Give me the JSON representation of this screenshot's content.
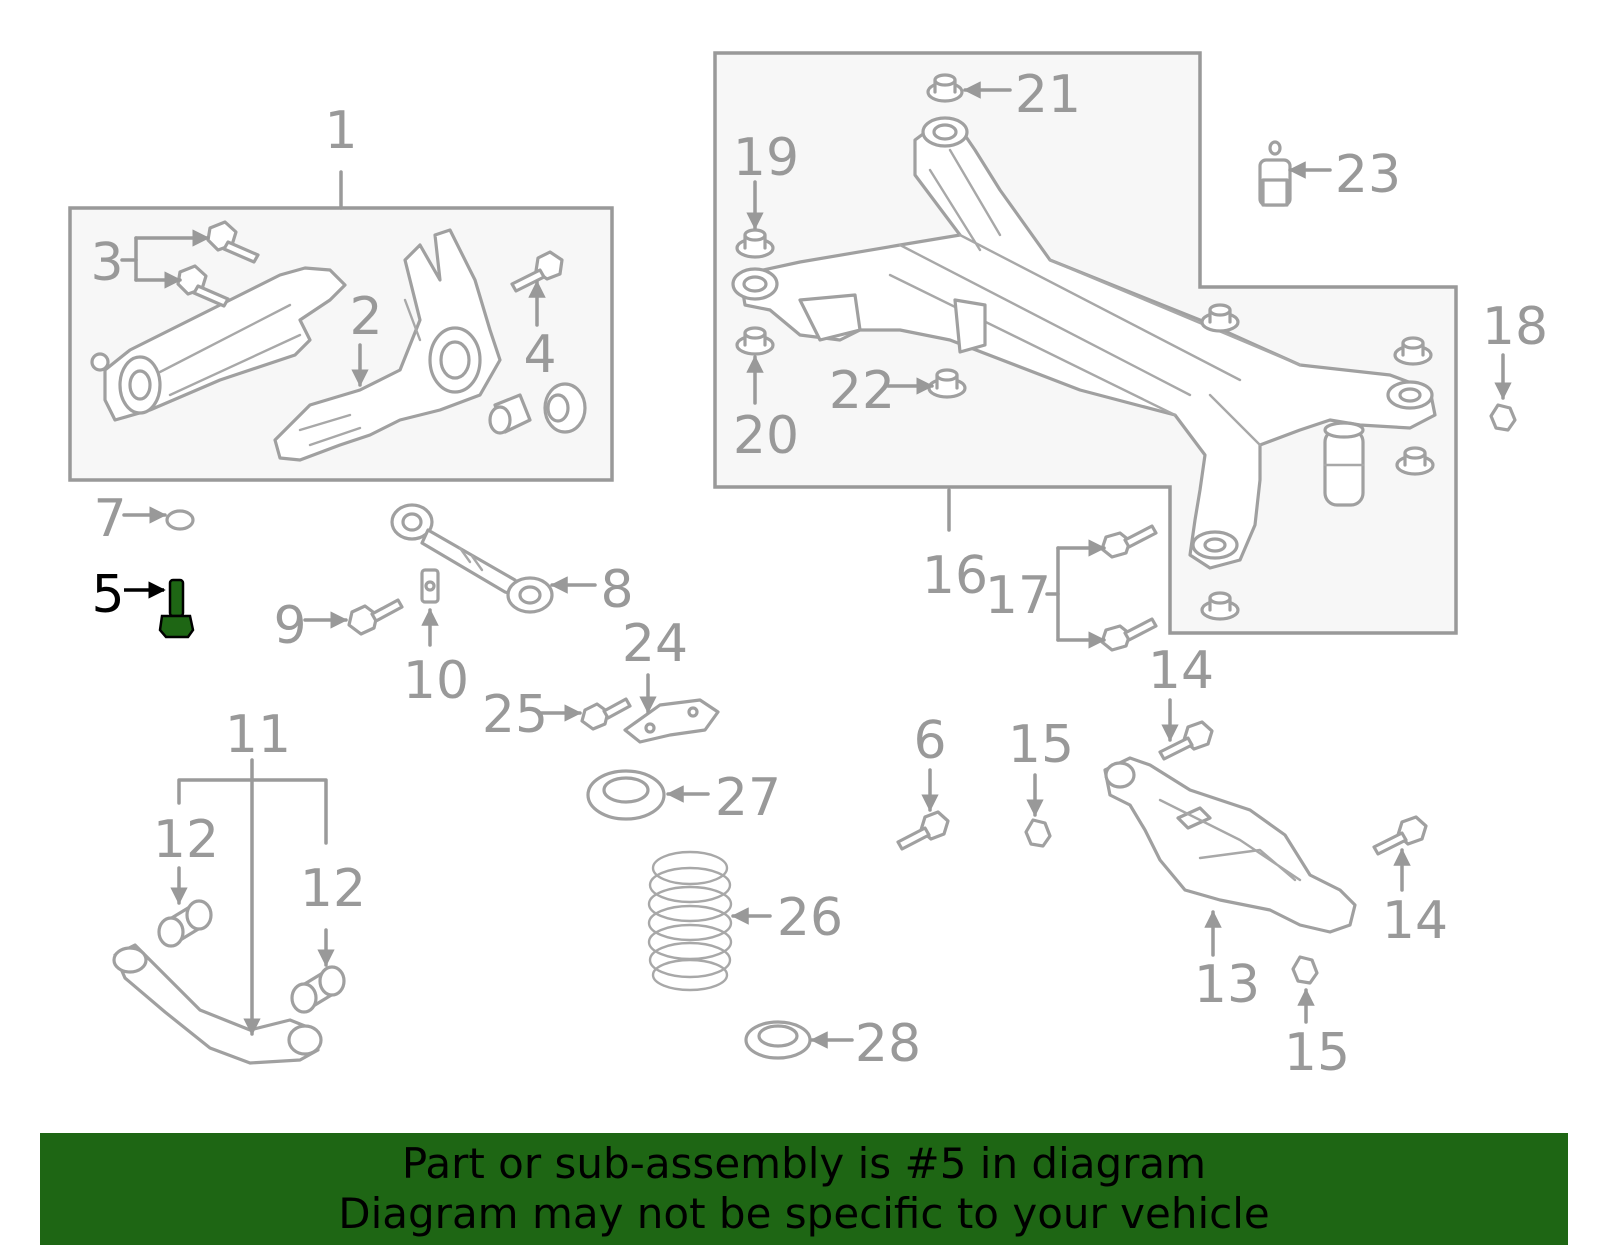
{
  "diagram": {
    "highlight_color": "#1e6614",
    "highlighted_part": "5",
    "labels": {
      "l1": "1",
      "l2": "2",
      "l3": "3",
      "l4": "4",
      "l5": "5",
      "l6": "6",
      "l7": "7",
      "l8": "8",
      "l9": "9",
      "l10": "10",
      "l11": "11",
      "l12a": "12",
      "l12b": "12",
      "l13": "13",
      "l14a": "14",
      "l14b": "14",
      "l15a": "15",
      "l15b": "15",
      "l16": "16",
      "l17": "17",
      "l18": "18",
      "l19": "19",
      "l20": "20",
      "l21": "21",
      "l22": "22",
      "l23": "23",
      "l24": "24",
      "l25": "25",
      "l26": "26",
      "l27": "27",
      "l28": "28"
    }
  },
  "banner": {
    "line1": "Part or sub-assembly is #5 in diagram",
    "line2": "Diagram may not be specific to your vehicle",
    "background": "#1e6614"
  }
}
